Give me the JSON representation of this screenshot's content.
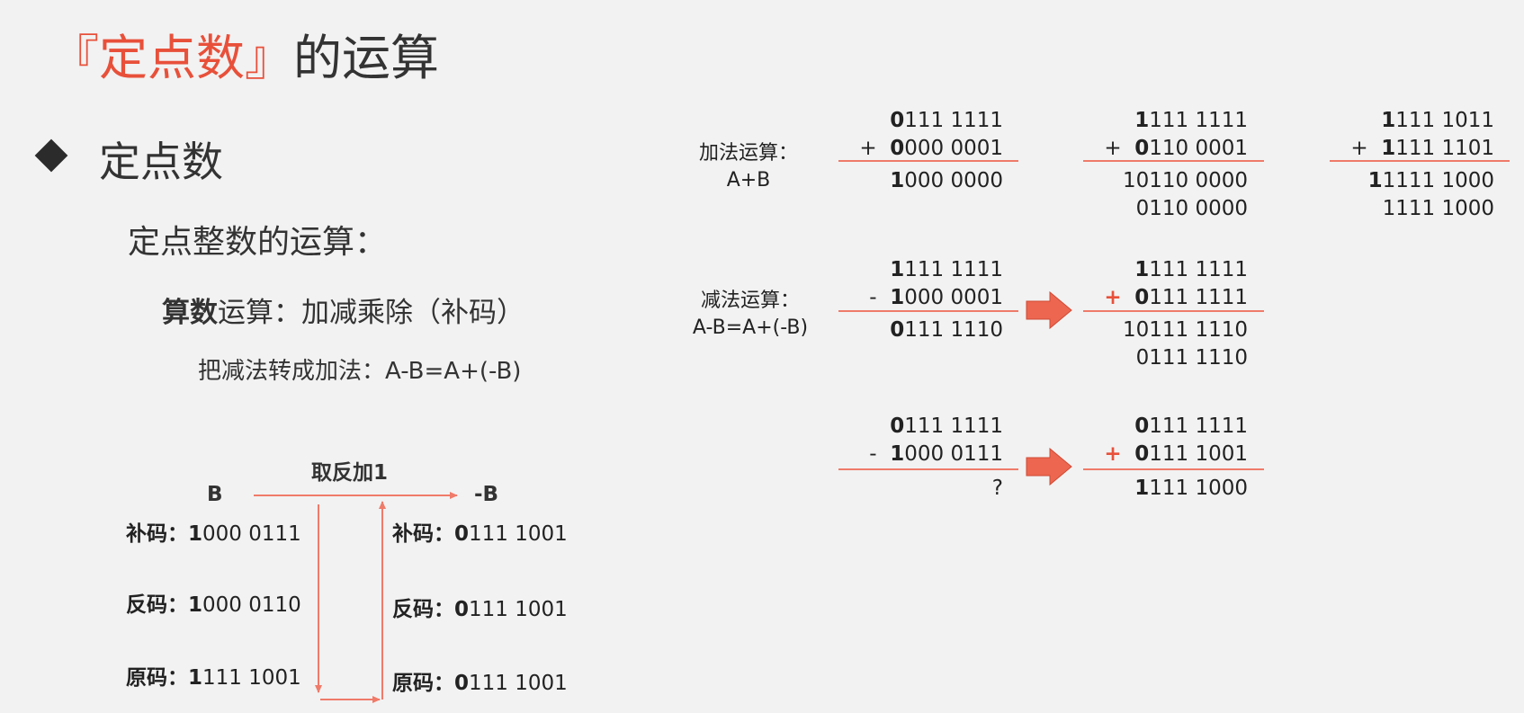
{
  "title": {
    "accent": "『定点数』",
    "rest": "的运算"
  },
  "bullet": "定点数",
  "subheading": "定点整数的运算：",
  "arith": {
    "bold": "算数",
    "text": "运算：加减乘除（补码）"
  },
  "convert_rule": "把减法转成加法：A-B=A+(-B)",
  "addition": {
    "label_line1": "加法运算：",
    "label_line2": "A+B",
    "examples": [
      {
        "op1_lead": "0",
        "op1_rest": "111 1111",
        "op2_sign": "+",
        "op2_lead": "0",
        "op2_rest": "000 0001",
        "result_lead": "1",
        "result_rest": "000 0000",
        "extra": ""
      },
      {
        "op1_lead": "1",
        "op1_rest": "111 1111",
        "op2_sign": "+",
        "op2_lead": "0",
        "op2_rest": "110 0001",
        "result_lead": "",
        "result_rest": "10110 0000",
        "extra": "0110 0000"
      },
      {
        "op1_lead": "1",
        "op1_rest": "111 1011",
        "op2_sign": "+",
        "op2_lead": "1",
        "op2_rest": "111 1101",
        "result_lead": "1",
        "result_rest": "1111 1000",
        "extra": "1111 1000"
      }
    ]
  },
  "subtraction": {
    "label_line1": "减法运算：",
    "label_line2": "A-B=A+(-B)",
    "rows": [
      {
        "left": {
          "op1_lead": "1",
          "op1_rest": "111 1111",
          "op2_sign": "-",
          "op2_lead": "1",
          "op2_rest": "000 0001",
          "result_lead": "0",
          "result_rest": "111 1110"
        },
        "right": {
          "op1_lead": "1",
          "op1_rest": "111 1111",
          "op2_sign": "+",
          "op2_lead": "0",
          "op2_rest": "111 1111",
          "result_lead": "",
          "result_rest": "10111 1110",
          "extra": "0111 1110"
        }
      },
      {
        "left": {
          "op1_lead": "0",
          "op1_rest": "111 1111",
          "op2_sign": "-",
          "op2_lead": "1",
          "op2_rest": "000 0111",
          "result_lead": "",
          "result_rest": "?"
        },
        "right": {
          "op1_lead": "0",
          "op1_rest": "111 1111",
          "op2_sign": "+",
          "op2_lead": "0",
          "op2_rest": "111 1001",
          "result_lead": "1",
          "result_rest": "111 1000",
          "extra": ""
        }
      }
    ]
  },
  "negation_diagram": {
    "left_header": "B",
    "right_header": "-B",
    "arrow_label": "取反加1",
    "left": [
      {
        "label": "补码：",
        "lead": "1",
        "rest": "000 0111"
      },
      {
        "label": "反码：",
        "lead": "1",
        "rest": "000 0110"
      },
      {
        "label": "原码：",
        "lead": "1",
        "rest": "111 1001"
      }
    ],
    "right": [
      {
        "label": "补码：",
        "lead": "0",
        "rest": "111 1001"
      },
      {
        "label": "反码：",
        "lead": "0",
        "rest": "111 1001"
      },
      {
        "label": "原码：",
        "lead": "0",
        "rest": "111 1001"
      }
    ]
  },
  "colors": {
    "accent": "#e8503a",
    "rule": "#ef7b6a",
    "background": "#f2f2f2"
  }
}
